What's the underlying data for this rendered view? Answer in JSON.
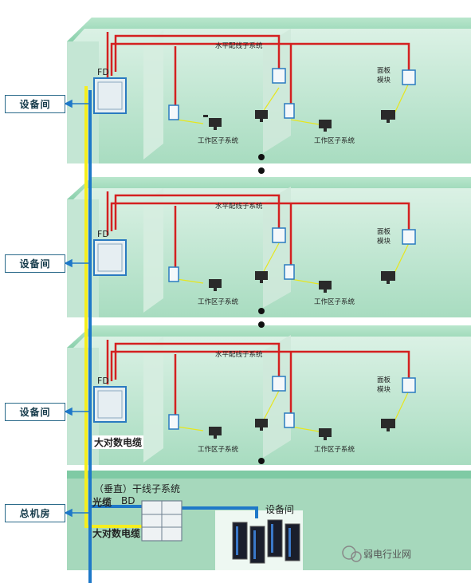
{
  "floors": [
    {
      "side_label": "设备间",
      "fd_label": "FD",
      "horizontal_label": "水平配线子系统",
      "work_area_left": "工作区子系统",
      "work_area_right": "工作区子系统",
      "panel_label_line1": "面板",
      "panel_label_line2": "模块"
    },
    {
      "side_label": "设备间",
      "fd_label": "FD",
      "horizontal_label": "水平配线子系统",
      "work_area_left": "工作区子系统",
      "work_area_right": "工作区子系统",
      "panel_label_line1": "面板",
      "panel_label_line2": "模块"
    },
    {
      "side_label": "设备间",
      "fd_label": "FD",
      "horizontal_label": "水平配线子系统",
      "work_area_left": "工作区子系统",
      "work_area_right": "工作区子系统",
      "panel_label_line1": "面板",
      "panel_label_line2": "模块"
    }
  ],
  "big_cable_upper": "大对数电缆",
  "main_room": {
    "side_label": "总机房",
    "backbone_label": "（垂直）干线子系统",
    "fiber_label": "光缆",
    "bd_label": "BD",
    "equipment_label": "设备间",
    "big_cable_lower": "大对数电缆"
  },
  "watermark": "弱电行业网",
  "colors": {
    "fiber": "#1e78c8",
    "copper": "#f5ee1e",
    "horizontal": "#d42020",
    "floor": "#9ed8b8"
  }
}
